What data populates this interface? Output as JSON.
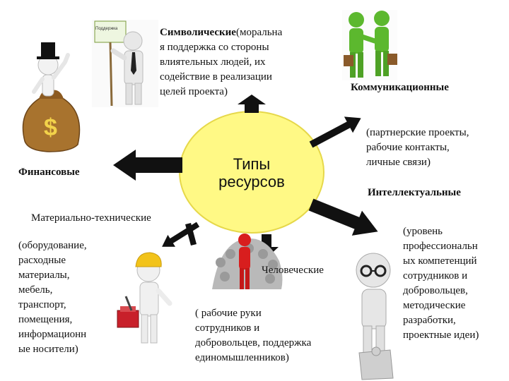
{
  "center": {
    "line1": "Типы",
    "line2": "ресурсов"
  },
  "symbolic": {
    "title": "Символические",
    "desc_lines": [
      "(моральна",
      "я поддержка со стороны",
      "влиятельных людей, их",
      "содействие в реализации",
      "целей проекта)"
    ],
    "sign_text": "Поддержка"
  },
  "communication": {
    "title": "Коммуникационные",
    "desc_lines": [
      "(партнерские проекты,",
      "рабочие контакты,",
      "личные связи)"
    ]
  },
  "financial": {
    "title": "Финансовые"
  },
  "intellectual": {
    "title": "Интеллектуальные",
    "desc_lines": [
      "(уровень",
      "профессиональн",
      "ых компетенций",
      "сотрудников и",
      "добровольцев,",
      "методические",
      "разработки,",
      "проектные идеи)"
    ]
  },
  "material": {
    "title": "Материально-технические",
    "desc_lines": [
      "(оборудование,",
      "расходные",
      "материалы,",
      "мебель,",
      "транспорт,",
      "помещения,",
      "информационн",
      "ые носители)"
    ]
  },
  "human": {
    "title": "Человеческие",
    "desc_lines": [
      "( рабочие руки",
      "сотрудников и",
      "добровольцев, поддержка",
      "единомышленников)"
    ]
  },
  "colors": {
    "circle": "#fff985",
    "circle_stroke": "#e6d84a",
    "arrow": "#111111",
    "green_figure": "#5cb82e",
    "money_bag": "#a8732e",
    "helmet": "#f2c31a",
    "red_figure": "#d81e1e"
  }
}
